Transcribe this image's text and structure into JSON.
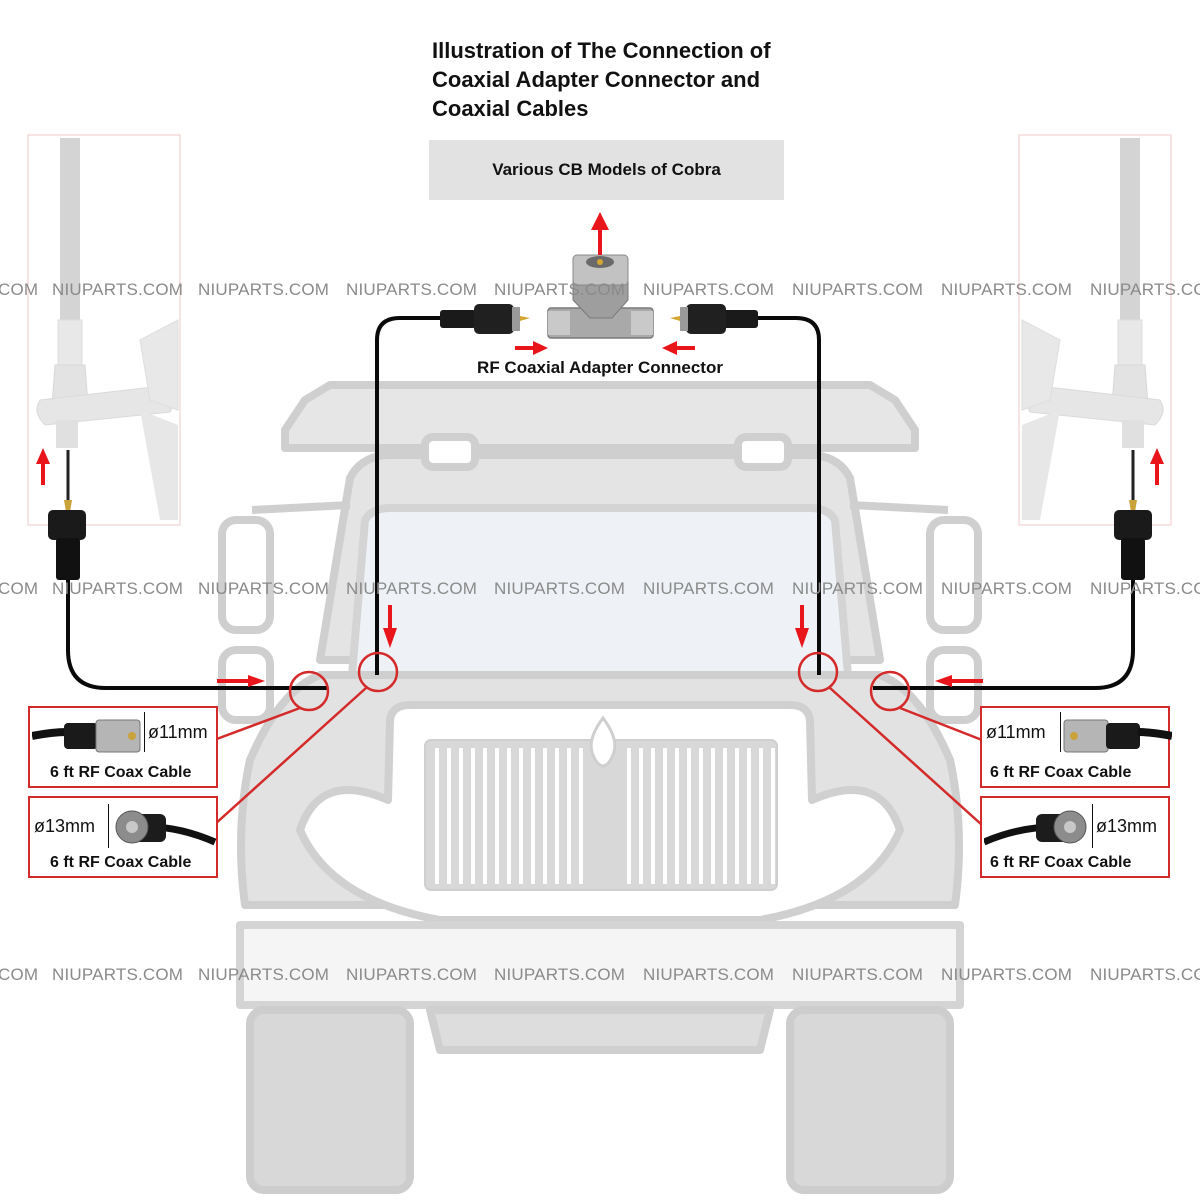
{
  "title": {
    "lines": [
      "Illustration of The Connection of",
      "Coaxial Adapter Connector and",
      "Coaxial Cables"
    ]
  },
  "cb_box": {
    "label": "Various CB Models of Cobra"
  },
  "adapter": {
    "label": "RF Coaxial Adapter Connector"
  },
  "watermark": {
    "text": "NIUPARTS.COM",
    "edge_text": "COM"
  },
  "cables": [
    {
      "side": "left",
      "diameter": "ø11mm",
      "caption": "6 ft RF Coax Cable",
      "connector": "female"
    },
    {
      "side": "left",
      "diameter": "ø13mm",
      "caption": "6 ft RF Coax Cable",
      "connector": "male"
    },
    {
      "side": "right",
      "diameter": "ø11mm",
      "caption": "6 ft RF Coax Cable",
      "connector": "female"
    },
    {
      "side": "right",
      "diameter": "ø13mm",
      "caption": "6 ft RF Coax Cable",
      "connector": "male"
    }
  ],
  "colors": {
    "accent_red": "#e8151b",
    "callout_red": "#d42a2a",
    "truck_gray": "#d6d6d6",
    "truck_outline": "#c4c4c4",
    "cable_black": "#0a0a0a",
    "label_bg": "#e2e2e2"
  }
}
